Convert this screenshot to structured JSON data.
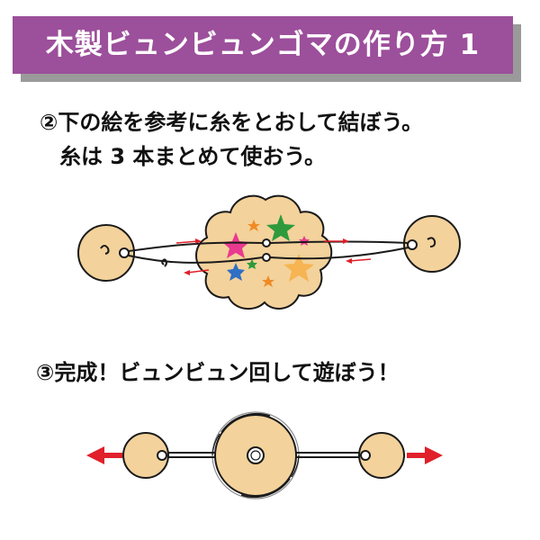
{
  "header": {
    "title": "木製ビュンビュンゴマの作り方 1"
  },
  "steps": [
    {
      "line1": "②下の絵を参考に糸をとおして結ぼう。",
      "line2": "糸は 3 本まとめて使おう。"
    },
    {
      "line1": "③完成！ビュンビュン回して遊ぼう！"
    }
  ],
  "colors": {
    "banner": "#9c4f9b",
    "wood": "#f3d29b",
    "wood_outline": "#1a1a1a",
    "arrow_red": "#e0202a",
    "star_pink": "#e83a8f",
    "star_green": "#2f9a3c",
    "star_blue": "#2f6fc4",
    "star_orange": "#f08a25"
  }
}
